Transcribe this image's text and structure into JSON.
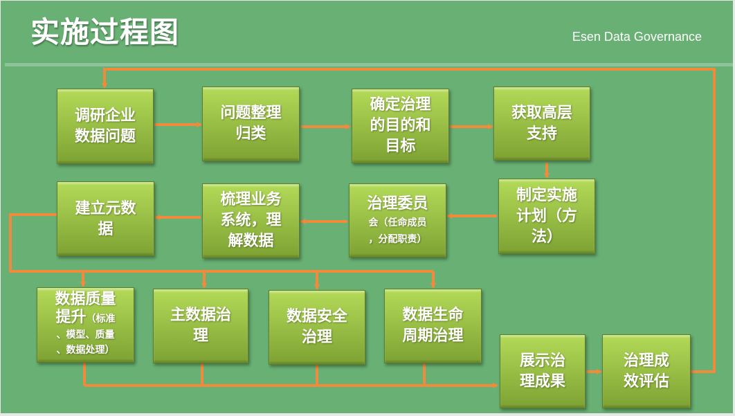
{
  "header": {
    "title": "实施过程图",
    "subtitle": "Esen Data Governance"
  },
  "colors": {
    "background": "#68b073",
    "box_top": "#b4da58",
    "box_bottom": "#7da233",
    "arrow": "#f08a3c"
  },
  "steps": [
    {
      "lines": [
        "调研企业",
        "数据问题"
      ]
    },
    {
      "lines": [
        "问题整理",
        "归类"
      ]
    },
    {
      "lines": [
        "确定治理",
        "的目的和",
        "目标"
      ]
    },
    {
      "lines": [
        "获取高层",
        "支持"
      ]
    },
    {
      "lines": [
        "制定实施",
        "计划（方",
        "法）"
      ]
    },
    {
      "lines": [
        "治理委员",
        "会（任命成员",
        "，分配职责）"
      ]
    },
    {
      "lines": [
        "梳理业务",
        "系统，理",
        "解数据"
      ]
    },
    {
      "lines": [
        "建立元数",
        "据"
      ]
    },
    {
      "lines": [
        "数据质量",
        "提升",
        "（标准",
        "、模型、质量",
        "、数据处理）"
      ]
    },
    {
      "lines": [
        "主数据治",
        "理"
      ]
    },
    {
      "lines": [
        "数据安全",
        "治理"
      ]
    },
    {
      "lines": [
        "数据生命",
        "周期治理"
      ]
    },
    {
      "lines": [
        "展示治",
        "理成果"
      ]
    },
    {
      "lines": [
        "治理成",
        "效评估"
      ]
    }
  ]
}
